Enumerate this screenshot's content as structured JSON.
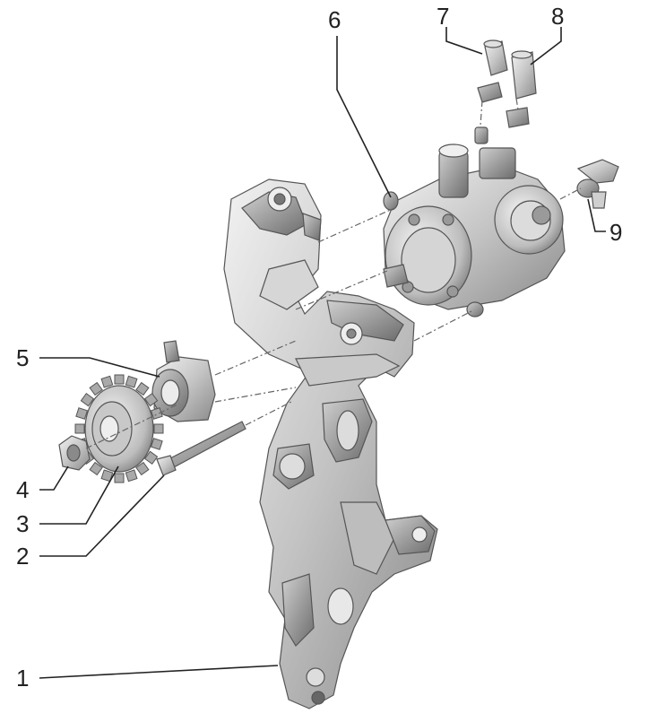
{
  "callouts": {
    "c1": "1",
    "c2": "2",
    "c3": "3",
    "c4": "4",
    "c5": "5",
    "c6": "6",
    "c7": "7",
    "c8": "8",
    "c9": "9"
  },
  "colors": {
    "metal_light": "#e6e6e6",
    "metal_mid": "#b8b8b8",
    "metal_dark": "#7a7a7a",
    "line": "#222222"
  }
}
